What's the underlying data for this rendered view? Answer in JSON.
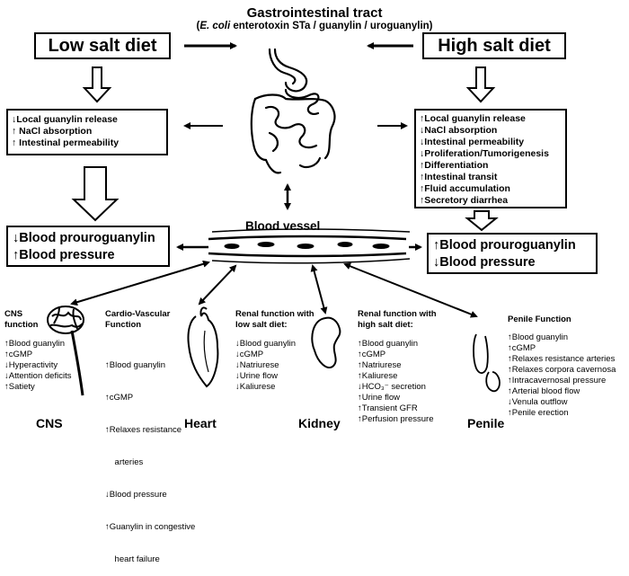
{
  "header": {
    "title": "Gastrointestinal tract",
    "subtitle_italic": "E. coli",
    "subtitle_rest": " enterotoxin STa / guanylin / uroguanylin)"
  },
  "low_salt": {
    "label": "Low salt diet",
    "effects": [
      "↓Local guanylin release",
      "↑ NaCl absorption",
      "↑ Intestinal permeability"
    ],
    "outcome": [
      "↓Blood prouroguanylin",
      "↑Blood pressure"
    ]
  },
  "high_salt": {
    "label": "High salt diet",
    "effects": [
      "↑Local guanylin release",
      "↓NaCl absorption",
      "↓Intestinal permeability",
      "↓Proliferation/Tumorigenesis",
      "↑Differentiation",
      "↑Intestinal transit",
      "↑Fluid accumulation",
      "↑Secretory diarrhea"
    ],
    "outcome": [
      "↑Blood prouroguanylin",
      "↓Blood pressure"
    ]
  },
  "vessel": {
    "label": "Blood vessel"
  },
  "organs": {
    "cns": {
      "title": [
        "CNS",
        "function"
      ],
      "items": [
        "↑Blood guanylin",
        "↑cGMP",
        "↓Hyperactivity",
        "↓Attention deficits",
        "↑Satiety"
      ],
      "name": "CNS"
    },
    "heart": {
      "title": [
        "Cardio-Vascular",
        "Function"
      ],
      "items": [
        "↑Blood guanylin",
        "↑cGMP",
        "↑Relaxes resistance",
        "    arteries",
        "↓Blood pressure",
        "↑Guanylin in congestive",
        "    heart failure"
      ],
      "name": "Heart"
    },
    "kidney_low": {
      "title": [
        "Renal function with",
        "low salt diet:"
      ],
      "items": [
        "↓Blood guanylin",
        "↓cGMP",
        "↓Natriurese",
        "↓Urine flow",
        "↓Kaliurese"
      ],
      "name": "Kidney"
    },
    "kidney_high": {
      "title": [
        "Renal function with",
        "high salt diet:"
      ],
      "items": [
        "↑Blood guanylin",
        "↑cGMP",
        "↑Natriurese",
        "↑Kaliurese",
        "↓HCO₃⁻ secretion",
        "↑Urine flow",
        "↑Transient GFR",
        "↑Perfusion pressure"
      ]
    },
    "penile": {
      "title": [
        "Penile Function"
      ],
      "items": [
        "↑Blood guanylin",
        "↑cGMP",
        "↑Relaxes resistance arteries",
        "↑Relaxes corpora cavernosa",
        "↑Intracavernosal pressure",
        "↑Arterial blood flow",
        "↓Venula outflow",
        "↑Penile erection"
      ],
      "name": "Penile"
    }
  }
}
